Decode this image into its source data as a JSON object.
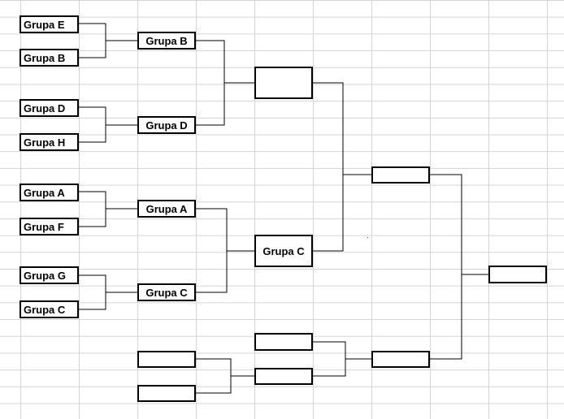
{
  "bracket": {
    "round1": [
      "Grupa E",
      "Grupa B",
      "Grupa D",
      "Grupa H",
      "Grupa A",
      "Grupa F",
      "Grupa G",
      "Grupa C"
    ],
    "round2": [
      "Grupa B",
      "Grupa D",
      "Grupa A",
      "Grupa C"
    ],
    "round3": [
      "",
      "Grupa C"
    ],
    "semifinals": [
      "",
      ""
    ],
    "final": "",
    "lower_bracket": {
      "left": [
        "",
        ""
      ],
      "right": [
        "",
        ""
      ]
    }
  },
  "colors": {
    "line": "#000000",
    "grid": "#d4d4d4",
    "background": "#ffffff"
  }
}
